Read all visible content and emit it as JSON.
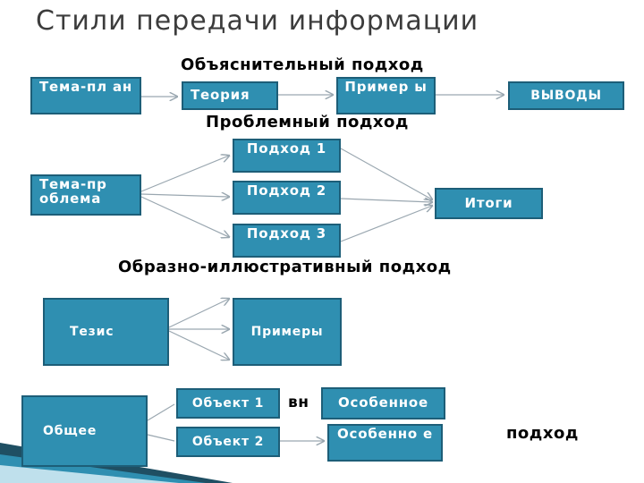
{
  "title": "Стили передачи информации",
  "colors": {
    "box_fill": "#2f8fb1",
    "box_border": "#1d5e78",
    "arrow": "#9aa7b0"
  },
  "sections": {
    "explanatory": {
      "heading": "Объяснительный подход",
      "boxes": [
        "Тема-пл ан",
        "Теория",
        "Пример ы",
        "ВЫВОДЫ"
      ]
    },
    "problem": {
      "heading": "Проблемный подход",
      "source": "Тема-пр облема",
      "approaches": [
        "Подход 1",
        "Подход 2",
        "Подход 3"
      ],
      "result": "Итоги"
    },
    "illustrative": {
      "heading": "Образно-иллюстративный подход",
      "source": "Тезис",
      "target": "Примеры"
    },
    "fourth": {
      "heading_fragment": "вн",
      "heading_end": "подход",
      "source": "Общее",
      "objects": [
        "Объект 1",
        "Объект 2"
      ],
      "specifics": [
        "Особенное",
        "Особенно е"
      ]
    }
  }
}
